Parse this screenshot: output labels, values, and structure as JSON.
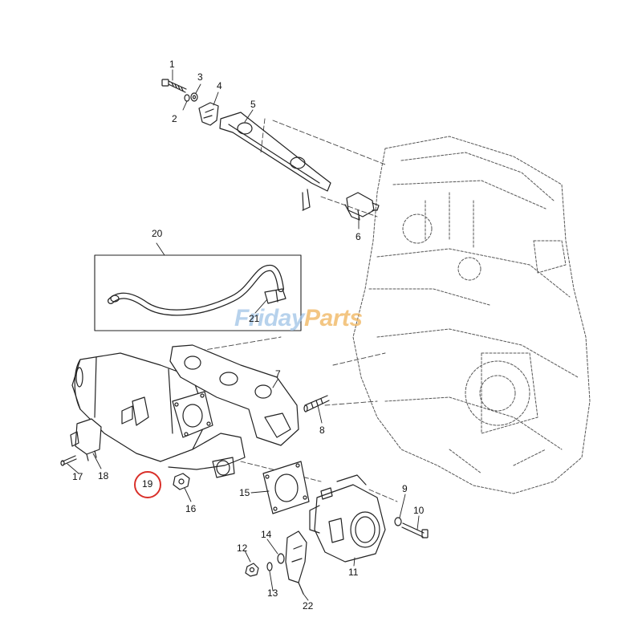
{
  "diagram": {
    "highlighted_part": "19",
    "highlight_color": "#d9302a",
    "watermark": {
      "text_a": "Friday",
      "text_b": "Parts",
      "primary_color": "#9fc3e6",
      "accent_color": "#f0b35a"
    },
    "callouts": {
      "c1": "1",
      "c2": "2",
      "c3": "3",
      "c4": "4",
      "c5": "5",
      "c6": "6",
      "c7": "7",
      "c8": "8",
      "c9": "9",
      "c10": "10",
      "c11": "11",
      "c12": "12",
      "c13": "13",
      "c14": "14",
      "c15": "15",
      "c16": "16",
      "c17": "17",
      "c18": "18",
      "c19": "19",
      "c20": "20",
      "c21": "21",
      "c22": "22"
    }
  }
}
